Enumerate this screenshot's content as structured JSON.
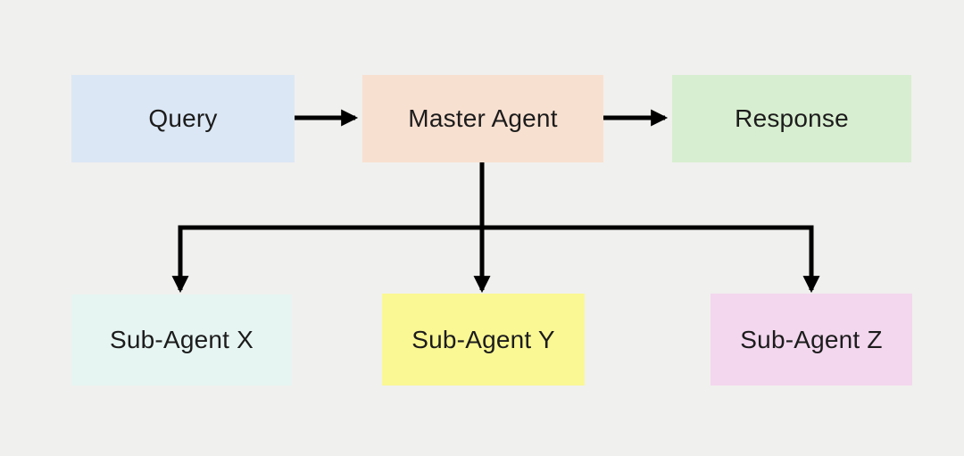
{
  "diagram": {
    "background_color": "#f0f0ee",
    "line_color": "#000000",
    "text_color": "#1c1c1c",
    "nodes": {
      "query": {
        "label": "Query",
        "fill": "#dbe7f5"
      },
      "master_agent": {
        "label": "Master Agent",
        "fill": "#f8e0d0"
      },
      "response": {
        "label": "Response",
        "fill": "#d8eed0"
      },
      "sub_agent_x": {
        "label": "Sub-Agent X",
        "fill": "#e6f5f2"
      },
      "sub_agent_y": {
        "label": "Sub-Agent Y",
        "fill": "#faf894"
      },
      "sub_agent_z": {
        "label": "Sub-Agent Z",
        "fill": "#f3d7ee"
      }
    },
    "edges": [
      {
        "from": "query",
        "to": "master_agent"
      },
      {
        "from": "master_agent",
        "to": "response"
      },
      {
        "from": "master_agent",
        "to": "sub_agent_x"
      },
      {
        "from": "master_agent",
        "to": "sub_agent_y"
      },
      {
        "from": "master_agent",
        "to": "sub_agent_z"
      }
    ]
  }
}
